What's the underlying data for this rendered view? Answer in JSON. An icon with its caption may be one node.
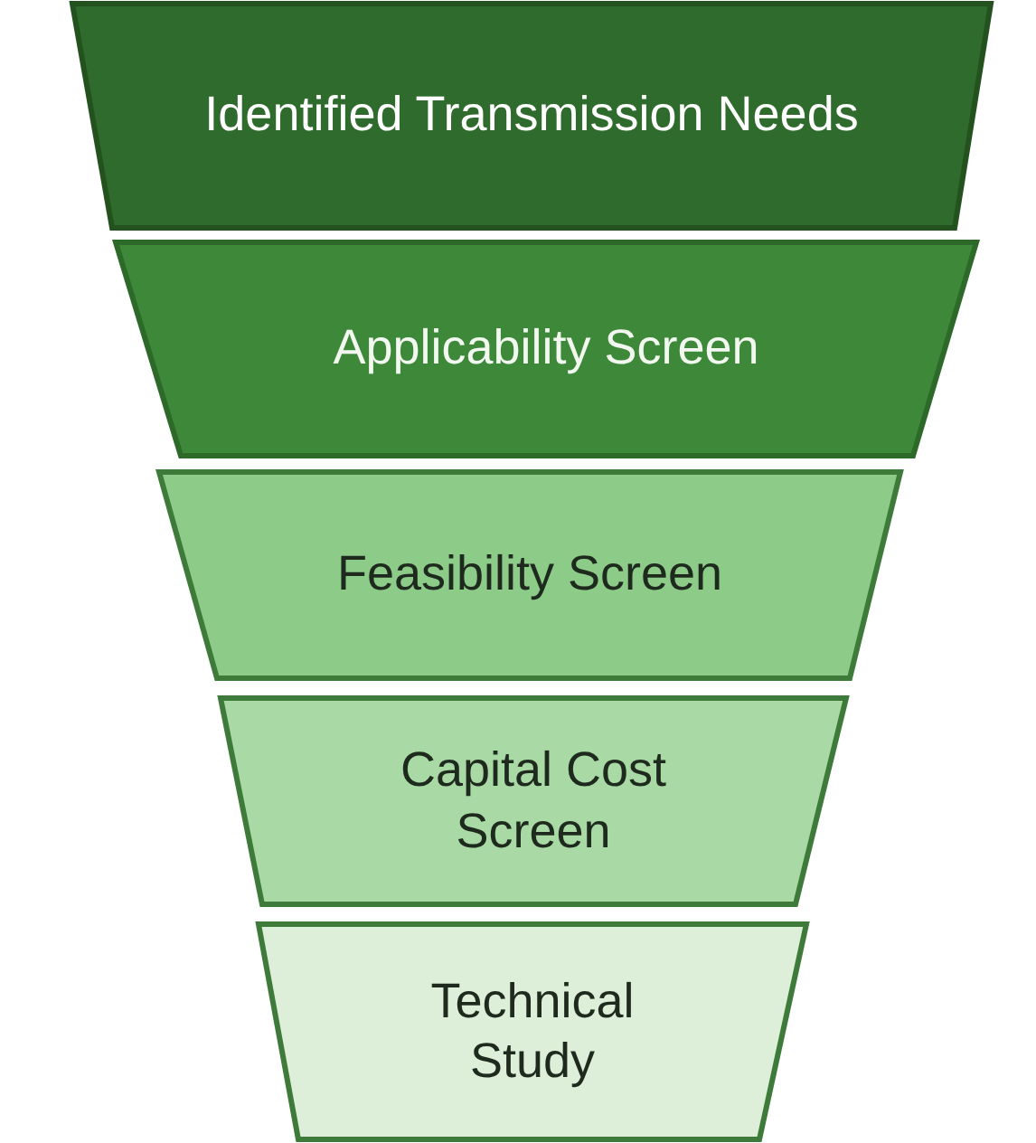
{
  "diagram": {
    "nodes": [
      {
        "text": [
          "Identified Transmission Needs"
        ]
      },
      {
        "text": [
          "Applicability Screen"
        ]
      },
      {
        "text": [
          "Feasibility Screen"
        ]
      },
      {
        "text": [
          "Capital Cost Screen"
        ]
      },
      {
        "text": [
          "Technical Study"
        ]
      }
    ]
  }
}
